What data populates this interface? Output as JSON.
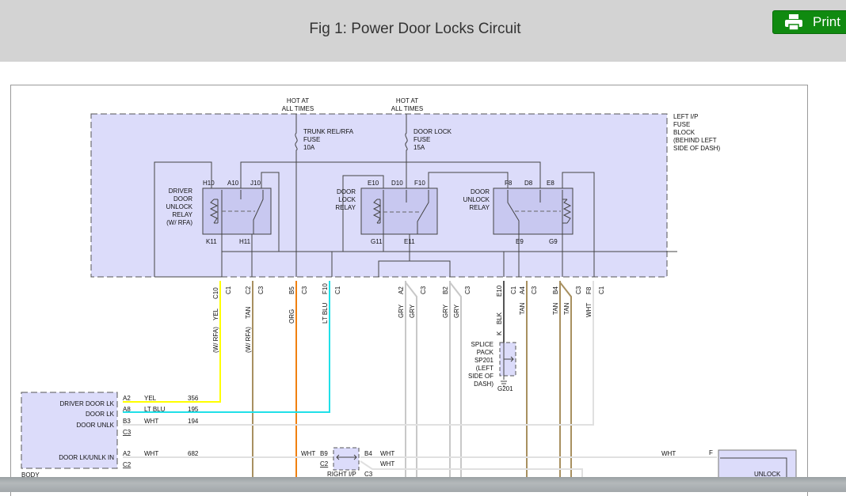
{
  "header": {
    "title": "Fig 1: Power Door Locks Circuit",
    "print_label": "Print",
    "print_icon": "printer-icon",
    "accent_color": "#108a10"
  },
  "diagram": {
    "fuse_block": {
      "label": [
        "LEFT I/P",
        "FUSE",
        "BLOCK",
        "(BEHIND LEFT",
        "SIDE OF DASH)"
      ],
      "fill_color": "#dcdcfa"
    },
    "power_feeds": [
      {
        "label": [
          "HOT AT",
          "ALL TIMES"
        ],
        "fuse": [
          "TRUNK REL/RFA",
          "FUSE",
          "10A"
        ]
      },
      {
        "label": [
          "HOT AT",
          "ALL TIMES"
        ],
        "fuse": [
          "DOOR LOCK",
          "FUSE",
          "15A"
        ]
      }
    ],
    "relays": [
      {
        "name": [
          "DRIVER",
          "DOOR",
          "UNLOCK",
          "RELAY",
          "(W/ RFA)"
        ],
        "top_pins": [
          "H10",
          "A10",
          "J10"
        ],
        "bottom_pins": [
          "K11",
          "H11"
        ]
      },
      {
        "name": [
          "DOOR",
          "LOCK",
          "RELAY"
        ],
        "top_pins": [
          "E10",
          "D10",
          "F10"
        ],
        "bottom_pins": [
          "G11",
          "E11"
        ]
      },
      {
        "name": [
          "DOOR",
          "UNLOCK",
          "RELAY"
        ],
        "top_pins": [
          "F8",
          "D8",
          "E8"
        ],
        "bottom_pins": [
          "E9",
          "G9"
        ]
      }
    ],
    "fuse_block_outputs": [
      {
        "pin": "C10",
        "conn": "C1",
        "color_label": "YEL",
        "note": "(W/ RFA)",
        "wire_color": "#ffff00"
      },
      {
        "pin": "C2",
        "conn": "C3",
        "color_label": "TAN",
        "note": "(W/ RFA)",
        "wire_color": "#a89060"
      },
      {
        "pin": "B5",
        "conn": "C3",
        "color_label": "ORG",
        "note": "",
        "wire_color": "#f08010"
      },
      {
        "pin": "F10",
        "conn": "C1",
        "color_label": "LT BLU",
        "note": "",
        "wire_color": "#20e0e8"
      },
      {
        "pin": "A2",
        "conn": "C3",
        "color_label": "GRY",
        "note": "",
        "wire_color": "#c0c0c0"
      },
      {
        "pin": "B2",
        "conn": "C3",
        "color_label": "GRY",
        "note": "",
        "wire_color": "#c0c0c0"
      },
      {
        "pin": "E10",
        "conn": "C1",
        "color_label": "BLK",
        "note": "",
        "wire_color": "#555555"
      },
      {
        "pin": "A4",
        "conn": "C3",
        "color_label": "TAN",
        "note": "",
        "wire_color": "#a89060"
      },
      {
        "pin": "B4",
        "conn": "C3",
        "color_label": "TAN",
        "note": "",
        "wire_color": "#a89060"
      },
      {
        "pin": "F8",
        "conn": "C1",
        "color_label": "WHT",
        "note": "",
        "wire_color": "#e0e0e0"
      }
    ],
    "splice_pack": {
      "label": [
        "SPLICE",
        "PACK",
        "SP201",
        "(LEFT",
        "SIDE OF",
        "DASH)"
      ],
      "ground": "G201",
      "wire_tag": "K"
    },
    "body_module": {
      "label": "BODY",
      "rows": [
        {
          "name": "DRIVER DOOR LK",
          "pin": "A2",
          "color": "YEL",
          "circuit": "356"
        },
        {
          "name": "DOOR LK",
          "pin": "A8",
          "color": "LT BLU",
          "circuit": "195"
        },
        {
          "name": "DOOR UNLK",
          "pin": "B3",
          "color": "WHT",
          "circuit": "194"
        },
        {
          "name": "",
          "pin": "C3",
          "color": "",
          "circuit": ""
        },
        {
          "name": "DOOR LK/UNLK IN",
          "pin": "A2",
          "color": "WHT",
          "circuit": "682"
        },
        {
          "name": "",
          "pin": "C2",
          "color": "",
          "circuit": ""
        }
      ]
    },
    "right_ip_connector": {
      "left_pin": "B9",
      "left_color": "WHT",
      "left_conn": "C2",
      "right_pin": "B4",
      "right_color": "WHT",
      "right_color2": "WHT",
      "right_conn": "C3",
      "label": "RIGHT I/P"
    },
    "unlock_component": {
      "pin": "F",
      "wire_color_label": "WHT",
      "label": "UNLOCK"
    }
  }
}
